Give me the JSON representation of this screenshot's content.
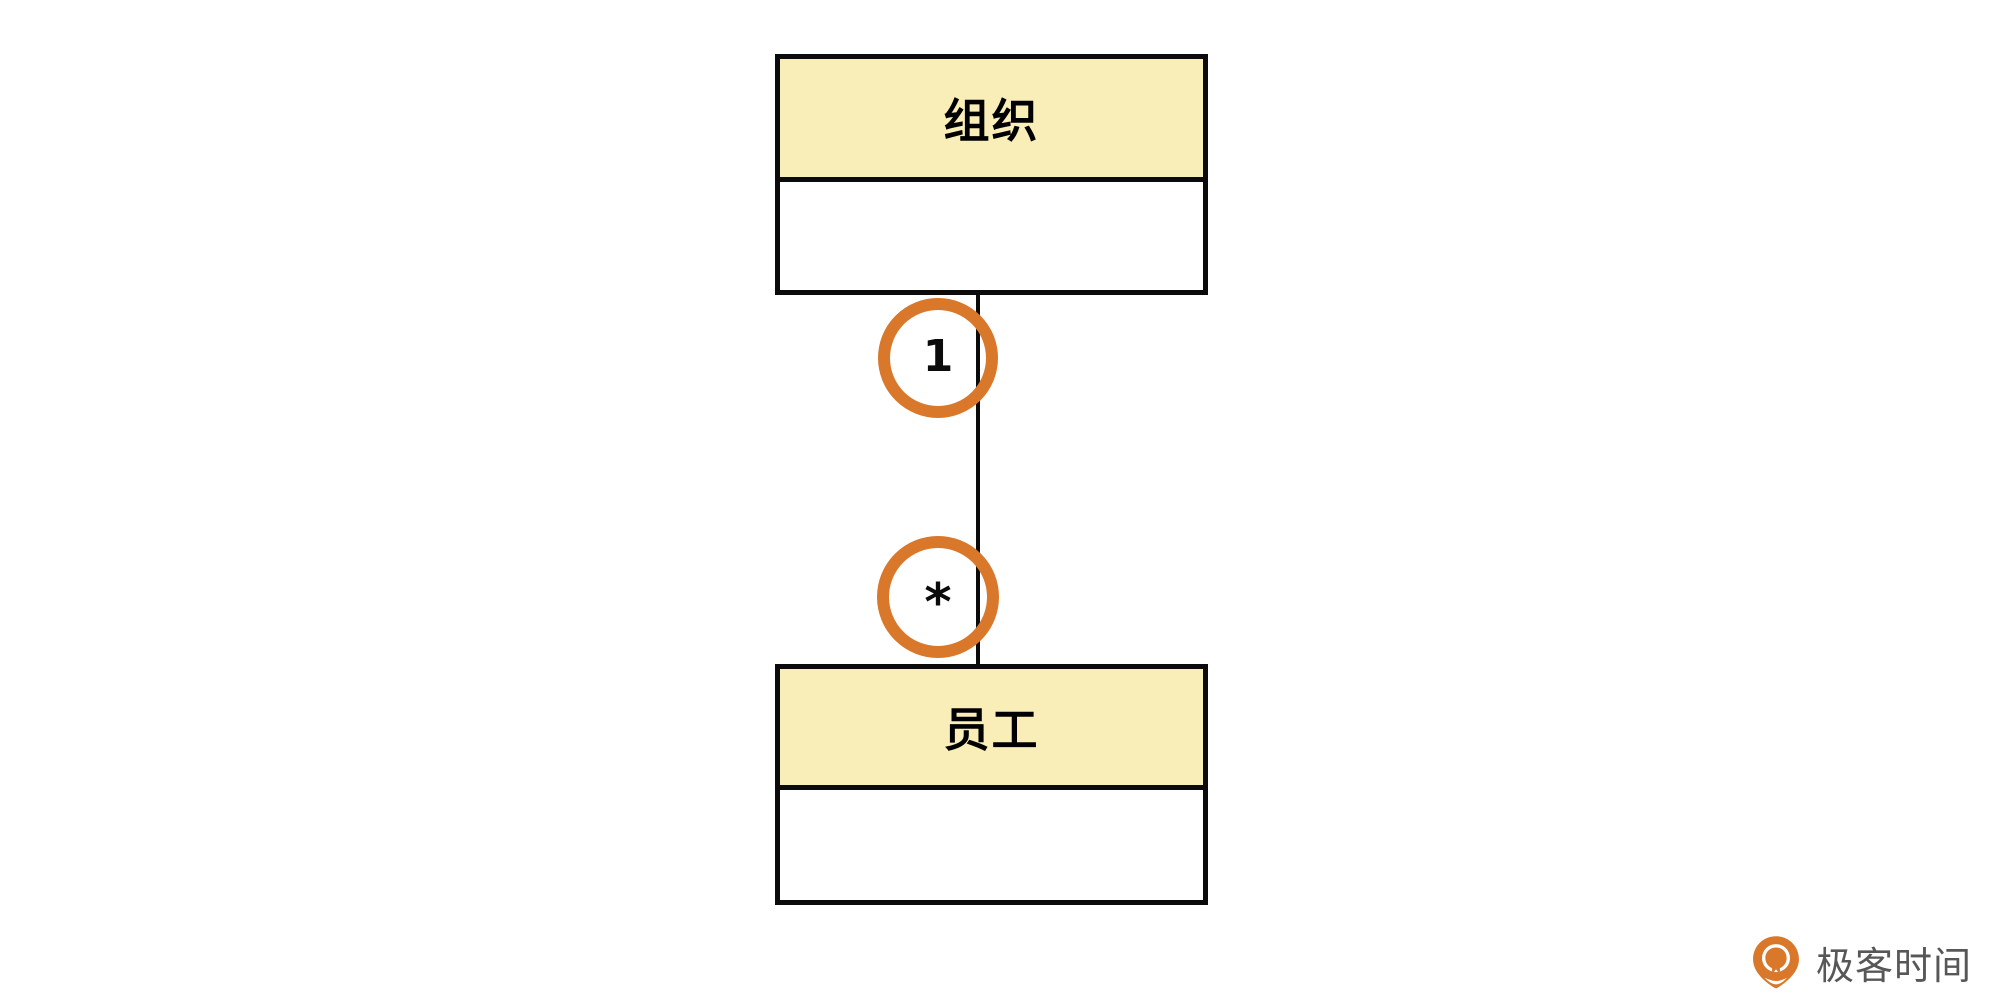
{
  "diagram": {
    "type": "uml-class-diagram",
    "background_color": "#ffffff",
    "classes": [
      {
        "id": "organization",
        "name": "组织",
        "attributes": [],
        "header_color": "#f9edb8",
        "body_color": "#ffffff",
        "border_color": "#0b0b0b"
      },
      {
        "id": "employee",
        "name": "员工",
        "attributes": [],
        "header_color": "#f9edb8",
        "body_color": "#ffffff",
        "border_color": "#0b0b0b"
      }
    ],
    "association": {
      "from": "organization",
      "to": "employee",
      "line_color": "#0b0b0b",
      "source_multiplicity": "1",
      "target_multiplicity": "*",
      "highlight_color": "#d9782a"
    }
  },
  "watermark": {
    "text": "极客时间",
    "text_color": "#575757",
    "logo_color": "#d9782a",
    "logo_name": "geektime-pin-logo"
  }
}
